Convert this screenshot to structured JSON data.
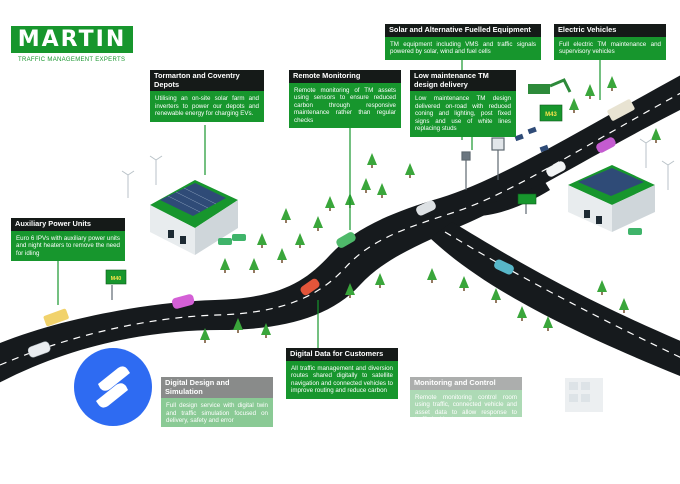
{
  "brand": {
    "name": "MARTIN",
    "tagline": "TRAFFIC MANAGEMENT EXPERTS",
    "color_green": "#17962d",
    "color_dark": "#151a18",
    "color_blue": "#2e6bf2"
  },
  "cards": {
    "depots": {
      "title": "Tormarton and Coventry Depots",
      "body": "Utilising an on-site solar farm and inverters to power our depots and renewable energy for charging EVs."
    },
    "remote": {
      "title": "Remote Monitoring",
      "body": "Remote monitoring of TM assets using sensors to ensure reduced carbon through responsive maintenance rather than regular checks"
    },
    "solar": {
      "title": "Solar and Alternative Fuelled Equipment",
      "body": "TM equipment including VMS and traffic signals powered by solar, wind and fuel cells"
    },
    "ev": {
      "title": "Electric Vehicles",
      "body": "Full electric TM maintenance and supervisory vehicles"
    },
    "lowmaint": {
      "title": "Low maintenance TM design delivery",
      "body": "Low maintenance TM design delivered on-road with reduced coning and lighting, post fixed signs and use of white lines replacing studs"
    },
    "aux": {
      "title": "Auxiliary Power Units",
      "body": "Euro 6 IPVs with auxiliary power units and night heaters to remove the need for idling"
    },
    "digital_data": {
      "title": "Digital Data for Customers",
      "body": "All traffic management and diversion routes shared digitally to satellite navigation and connected vehicles to improve routing and reduce carbon"
    },
    "design_sim": {
      "title": "Digital Design and Simulation",
      "body": "Full design service with digital twin and traffic simulation focused on delivery, safety and error"
    },
    "monitoring": {
      "title": "Monitoring and Control",
      "body": "Remote monitoring control room using traffic, connected vehicle and asset data to allow response to traffic incidents"
    }
  },
  "signs": {
    "m40": "M40",
    "m43": "M43"
  }
}
